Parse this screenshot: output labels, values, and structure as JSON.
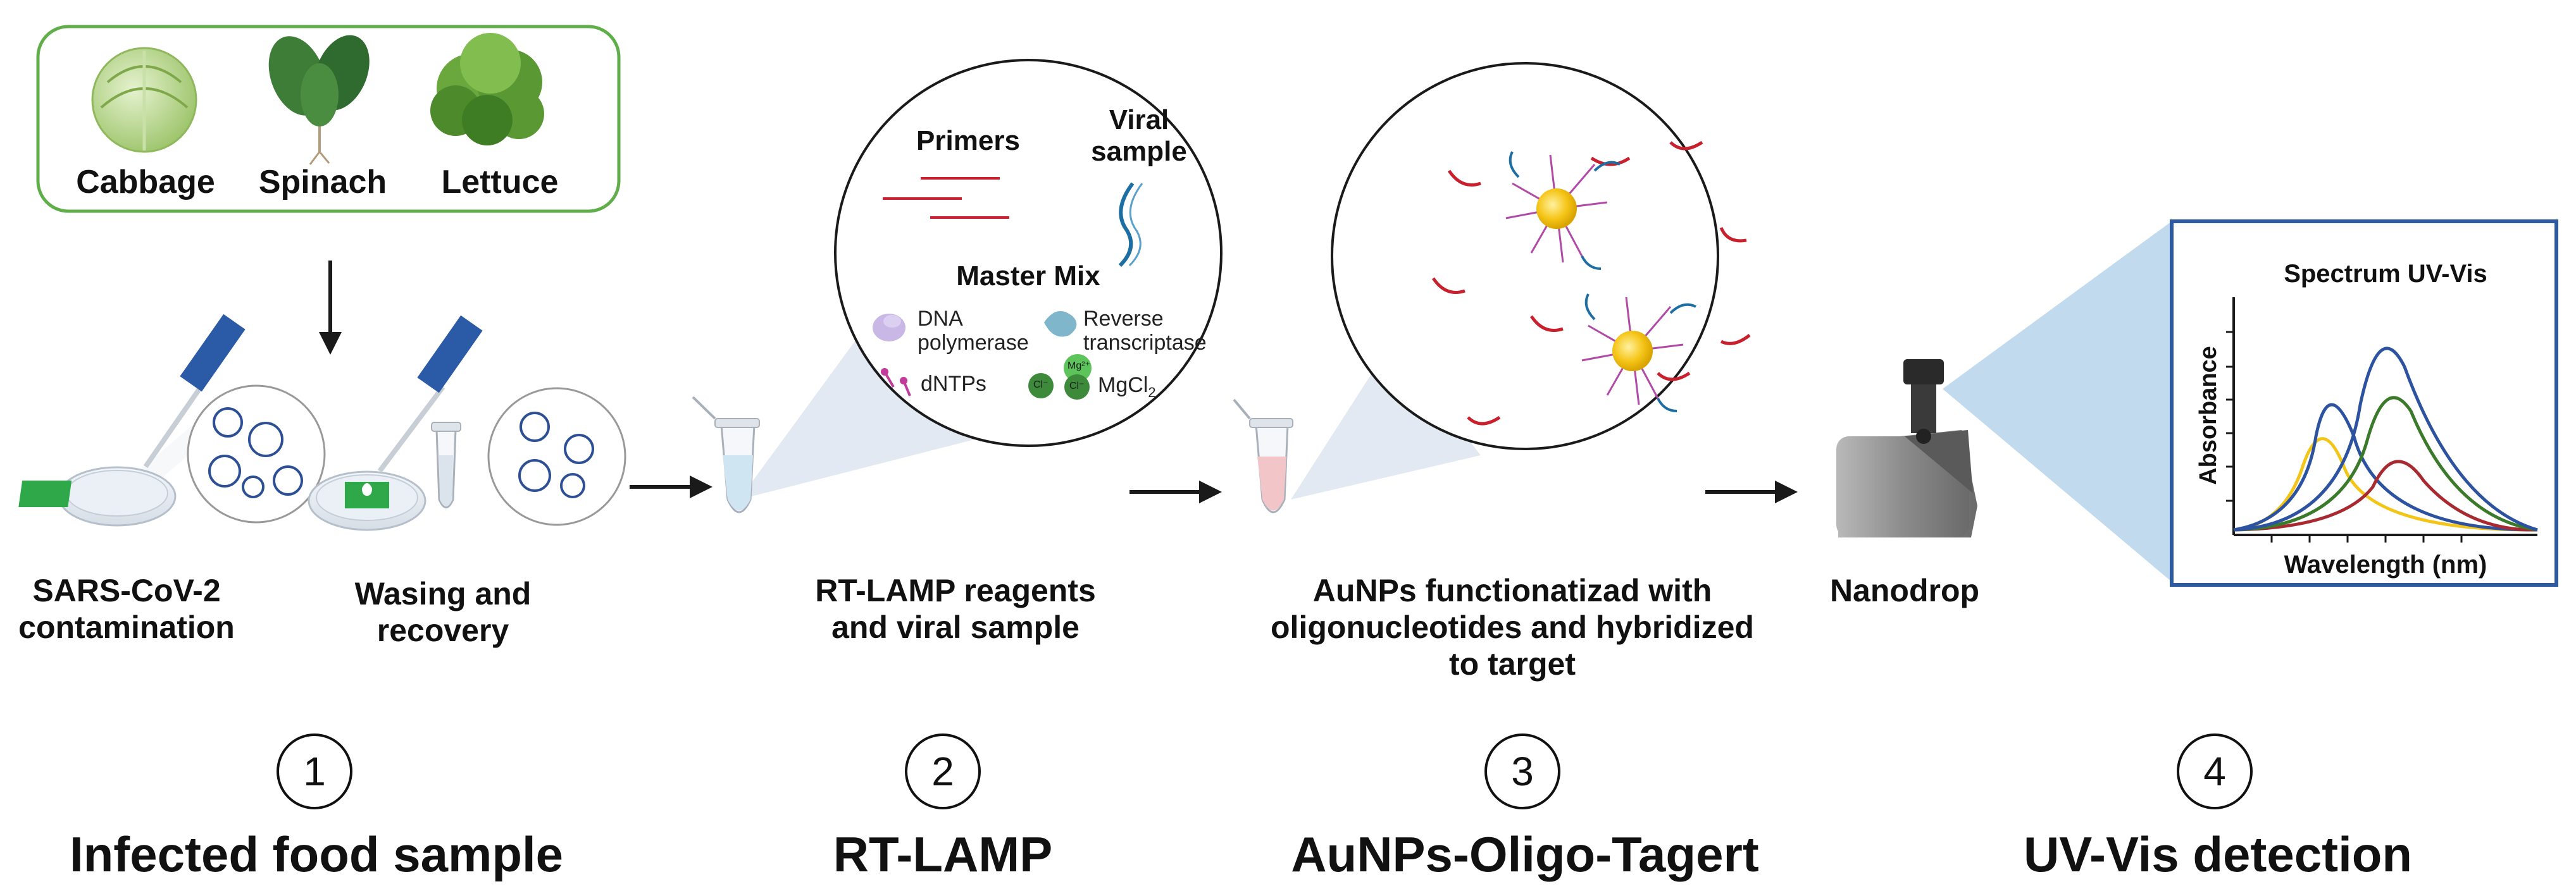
{
  "vegetables": [
    {
      "label": "Cabbage",
      "color": "#bcd98f"
    },
    {
      "label": "Spinach",
      "color": "#3f7a3a"
    },
    {
      "label": "Lettuce",
      "color": "#6aa83e"
    }
  ],
  "step1": {
    "caption_a": [
      "SARS-CoV-2",
      "contamination"
    ],
    "caption_b": [
      "Wasing and",
      "recovery"
    ],
    "number": "1",
    "title": "Infected food sample"
  },
  "step2": {
    "zoom": {
      "primers": "Primers",
      "viral_sample": [
        "Viral",
        "sample"
      ],
      "master_mix": "Master Mix",
      "dna_polymerase": [
        "DNA",
        "polymerase"
      ],
      "reverse_transcriptase": [
        "Reverse",
        "transcriptase"
      ],
      "dntps": "dNTPs",
      "mgcl2": "MgCl",
      "mgcl2_sub": "2",
      "mg_ion": "Mg²⁺",
      "cl_ion": "Cl⁻"
    },
    "caption": [
      "RT-LAMP reagents",
      "and viral sample"
    ],
    "number": "2",
    "title": "RT-LAMP"
  },
  "step3": {
    "caption": [
      "AuNPs functionatizad with",
      "oligonucleotides and hybridized",
      "to target"
    ],
    "number": "3",
    "title": "AuNPs-Oligo-Tagert"
  },
  "step4": {
    "caption": "Nanodrop",
    "number": "4",
    "title": "UV-Vis detection",
    "spectrum": {
      "title": "Spectrum UV-Vis",
      "xlabel": "Wavelength (nm)",
      "ylabel": "Absorbance",
      "curve_colors": [
        "#f2c518",
        "#2c52a0",
        "#3a7a2a",
        "#a82a30"
      ]
    }
  },
  "colors": {
    "veg_border": "#5fae49",
    "zoom_cone": "#e3e9f2",
    "spectrum_cone": "#b7d3ea",
    "spectrum_border": "#2d5aa0",
    "gold": "#f5c518",
    "arrow": "#1a1a1a"
  }
}
